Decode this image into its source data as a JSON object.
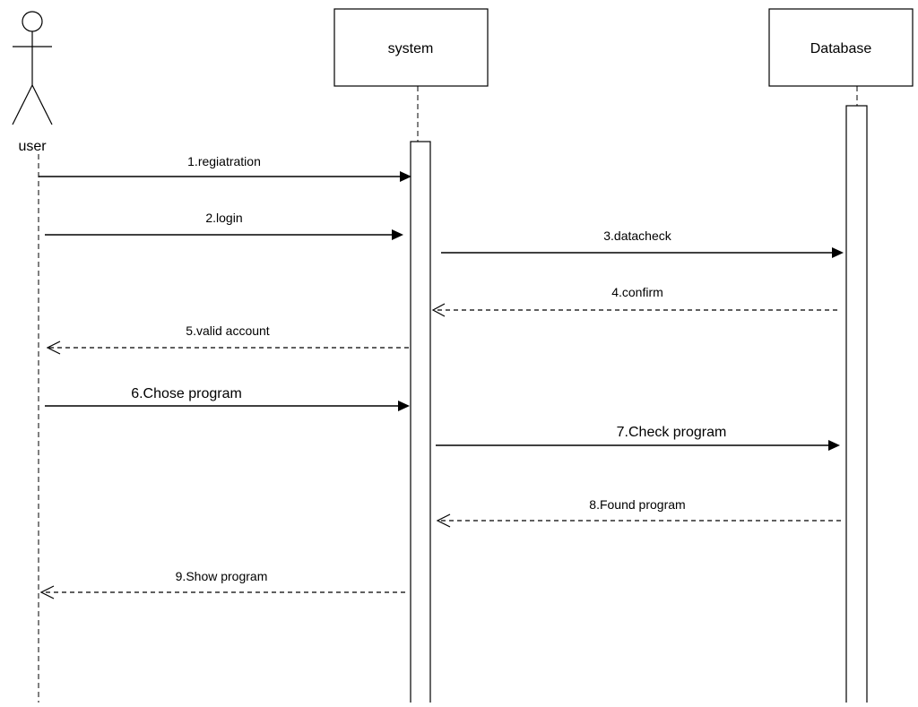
{
  "participants": {
    "actor": {
      "label": "user",
      "kind": "actor"
    },
    "system": {
      "label": "system",
      "kind": "box"
    },
    "database": {
      "label": "Database",
      "kind": "box"
    }
  },
  "messages": [
    {
      "label": "1.regiatration",
      "from": "user",
      "to": "system",
      "style": "solid"
    },
    {
      "label": "2.login",
      "from": "user",
      "to": "system",
      "style": "solid"
    },
    {
      "label": "3.datacheck",
      "from": "system",
      "to": "database",
      "style": "solid"
    },
    {
      "label": "4.confirm",
      "from": "database",
      "to": "system",
      "style": "dashed"
    },
    {
      "label": "5.valid account",
      "from": "system",
      "to": "user",
      "style": "dashed"
    },
    {
      "label": "6.Chose program",
      "from": "user",
      "to": "system",
      "style": "solid"
    },
    {
      "label": "7.Check program",
      "from": "system",
      "to": "database",
      "style": "solid"
    },
    {
      "label": "8.Found program",
      "from": "database",
      "to": "system",
      "style": "dashed"
    },
    {
      "label": "9.Show program",
      "from": "system",
      "to": "user",
      "style": "dashed"
    }
  ]
}
